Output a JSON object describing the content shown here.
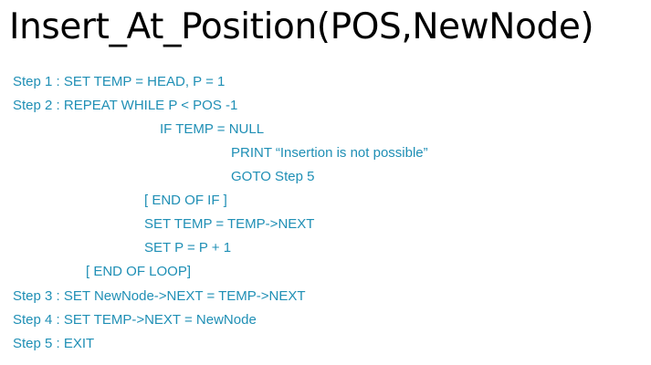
{
  "title": "Insert_At_Position(POS,NewNode)",
  "colors": {
    "title_text": "#000000",
    "algorithm_text": "#1f8fb5",
    "background": "#ffffff"
  },
  "algorithm": [
    "Step 1 :  SET TEMP = HEAD, P = 1",
    "Step 2 : REPEAT WHILE P < POS -1",
    "IF TEMP = NULL",
    "PRINT “Insertion is not possible”",
    "GOTO Step 5",
    "[ END OF IF ]",
    "SET TEMP = TEMP->NEXT",
    "SET P = P + 1",
    "[ END OF LOOP]",
    "Step 3 : SET NewNode->NEXT = TEMP->NEXT",
    "Step 4 : SET TEMP->NEXT = NewNode",
    "Step 5 : EXIT"
  ]
}
